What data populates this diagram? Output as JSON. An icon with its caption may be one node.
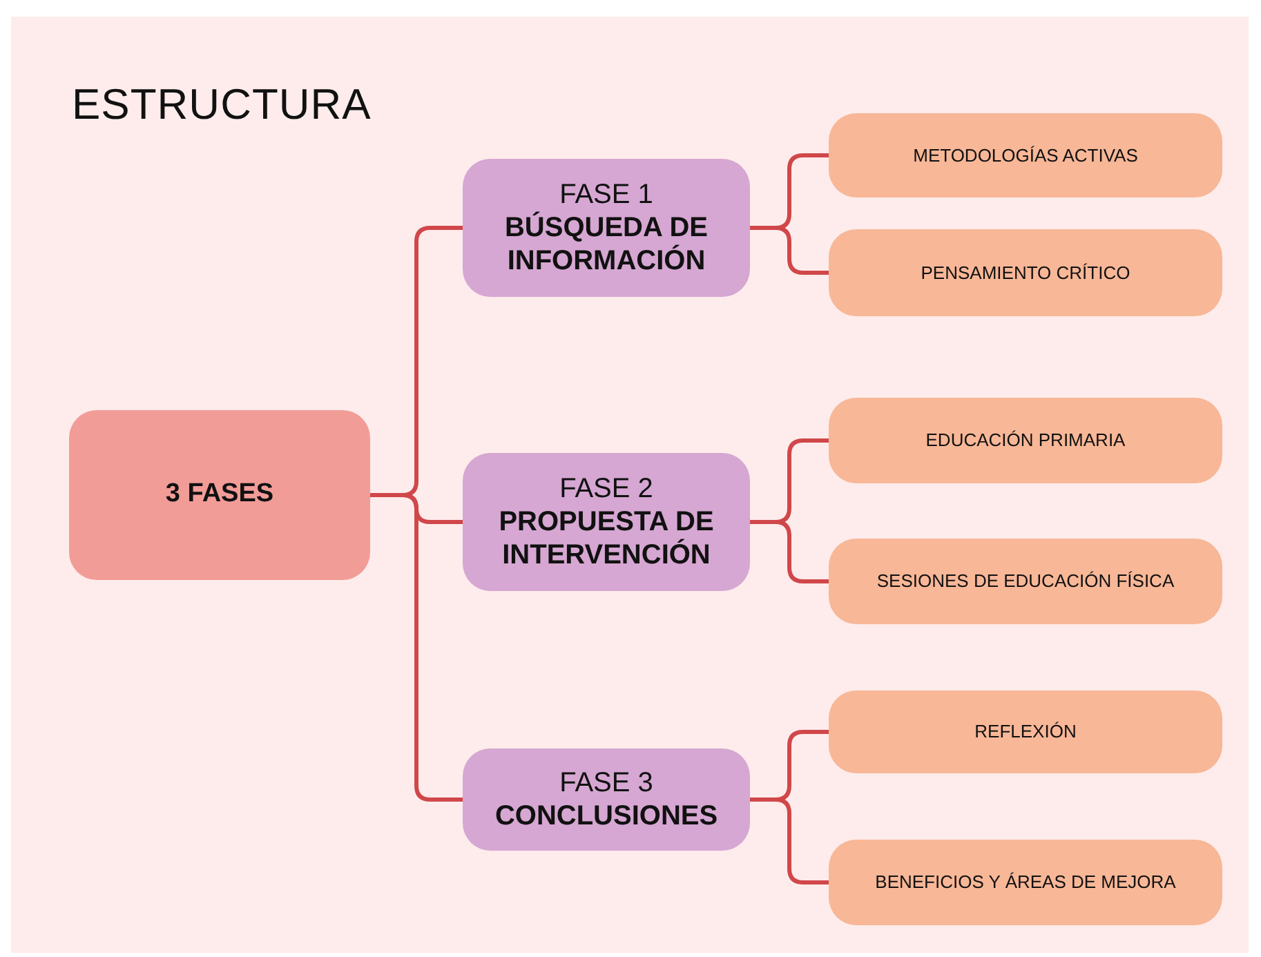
{
  "diagram": {
    "title": "ESTRUCTURA",
    "nodes": [
      {
        "text": [
          "3 FASES"
        ]
      },
      {
        "text": [
          "FASE 1",
          "BÚSQUEDA DE INFORMACIÓN"
        ]
      },
      {
        "text": [
          "METODOLOGÍAS ACTIVAS"
        ]
      },
      {
        "text": [
          "PENSAMIENTO CRÍTICO"
        ]
      },
      {
        "text": [
          "FASE 2",
          "PROPUESTA DE INTERVENCIÓN"
        ]
      },
      {
        "text": [
          "EDUCACIÓN PRIMARIA"
        ]
      },
      {
        "text": [
          "SESIONES DE EDUCACIÓN FÍSICA"
        ]
      },
      {
        "text": [
          "FASE 3",
          "CONCLUSIONES"
        ]
      },
      {
        "text": [
          "REFLEXIÓN"
        ]
      },
      {
        "text": [
          "BENEFICIOS Y ÁREAS DE MEJORA"
        ]
      }
    ],
    "edges": [
      {
        "from": 0,
        "to": 1,
        "arrow": "none"
      },
      {
        "from": 0,
        "to": 4,
        "arrow": "none"
      },
      {
        "from": 0,
        "to": 7,
        "arrow": "none"
      },
      {
        "from": 1,
        "to": 2,
        "arrow": "none"
      },
      {
        "from": 1,
        "to": 3,
        "arrow": "none"
      },
      {
        "from": 4,
        "to": 5,
        "arrow": "none"
      },
      {
        "from": 4,
        "to": 6,
        "arrow": "none"
      },
      {
        "from": 7,
        "to": 8,
        "arrow": "none"
      },
      {
        "from": 7,
        "to": 9,
        "arrow": "none"
      }
    ]
  }
}
